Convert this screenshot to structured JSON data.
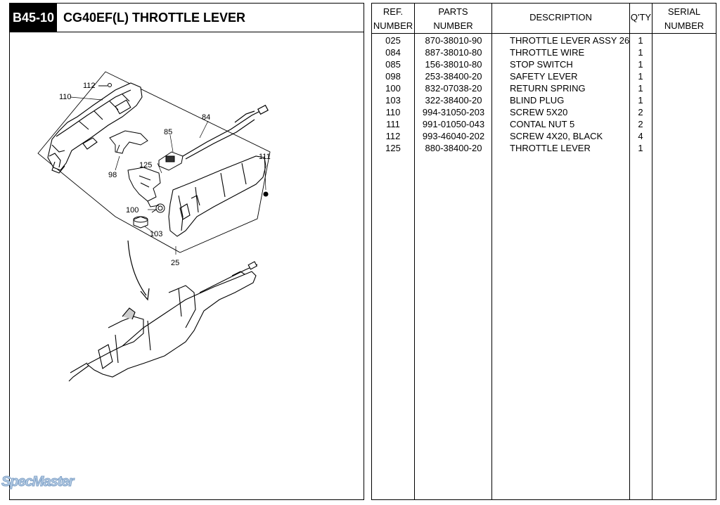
{
  "page": {
    "code": "B45-10",
    "title": "CG40EF(L)  THROTTLE LEVER"
  },
  "diagram": {
    "labels": [
      "112",
      "110",
      "84",
      "85",
      "111",
      "125",
      "98",
      "100",
      "103",
      "25"
    ]
  },
  "table": {
    "headers": {
      "ref": [
        "REF.",
        "NUMBER"
      ],
      "parts": [
        "PARTS",
        "NUMBER"
      ],
      "description": "DESCRIPTION",
      "qty": "Q'TY",
      "serial": [
        "SERIAL",
        "NUMBER"
      ]
    },
    "rows": [
      {
        "ref": "025",
        "part": "870-38010-90",
        "desc": "THROTTLE LEVER ASSY 26",
        "qty": "1"
      },
      {
        "ref": "084",
        "part": "887-38010-80",
        "desc": "THROTTLE WIRE",
        "qty": "1"
      },
      {
        "ref": "085",
        "part": "156-38010-80",
        "desc": "STOP SWITCH",
        "qty": "1"
      },
      {
        "ref": "098",
        "part": "253-38400-20",
        "desc": "SAFETY LEVER",
        "qty": "1"
      },
      {
        "ref": "100",
        "part": "832-07038-20",
        "desc": "RETURN SPRING",
        "qty": "1"
      },
      {
        "ref": "103",
        "part": "322-38400-20",
        "desc": "BLIND PLUG",
        "qty": "1"
      },
      {
        "ref": "110",
        "part": "994-31050-203",
        "desc": "SCREW 5X20",
        "qty": "2"
      },
      {
        "ref": "111",
        "part": "991-01050-043",
        "desc": "CONTAL NUT 5",
        "qty": "2"
      },
      {
        "ref": "112",
        "part": "993-46040-202",
        "desc": "SCREW 4X20, BLACK",
        "qty": "4"
      },
      {
        "ref": "125",
        "part": "880-38400-20",
        "desc": "THROTTLE LEVER",
        "qty": "1"
      }
    ]
  },
  "watermark": "SpecMaster"
}
